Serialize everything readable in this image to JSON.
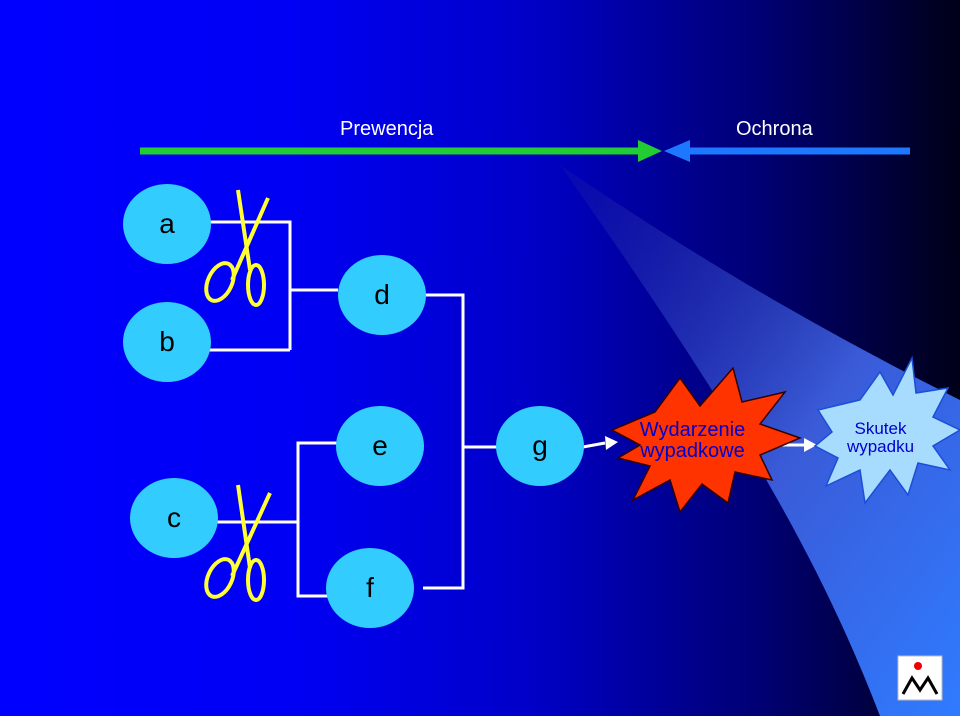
{
  "header": {
    "prevention": "Prewencja",
    "protection": "Ochrona"
  },
  "nodes": {
    "a": "a",
    "b": "b",
    "c": "c",
    "d": "d",
    "e": "e",
    "f": "f",
    "g": "g"
  },
  "event": {
    "line1": "Wydarzenie",
    "line2": "wypadkowe"
  },
  "effect": {
    "line1": "Skutek",
    "line2": "wypadku"
  },
  "colors": {
    "prevention_arrow": "#22cc33",
    "protection_arrow": "#1e78ff",
    "node_fill": "#33ccff",
    "scissors": "#ffff33",
    "event_fill": "#ff3300",
    "effect_fill": "#a8dcff"
  },
  "icons": [
    "scissors-icon",
    "scissors-icon",
    "logo-icon"
  ]
}
